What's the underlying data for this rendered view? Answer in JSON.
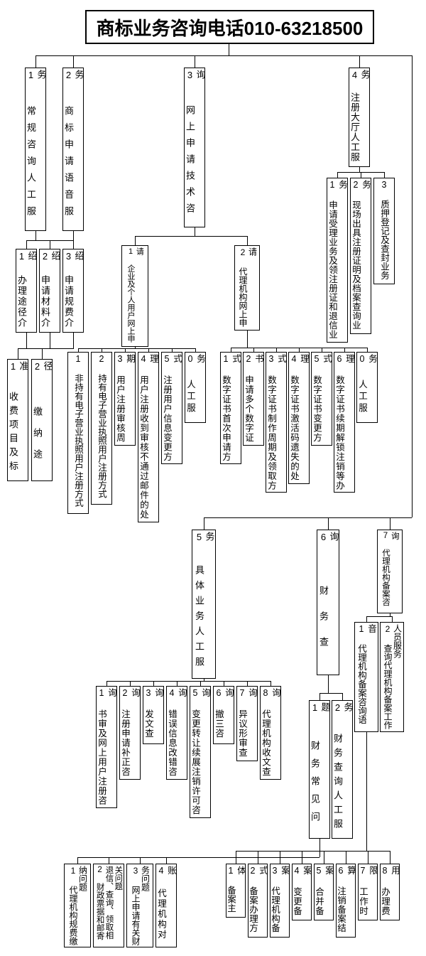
{
  "title": "商标业务咨询电话010-63218500",
  "menus": {
    "main": [
      "1 常规咨询人工服务",
      "2 商标申请语音服务",
      "3 网上申请技术咨询",
      "4 注册大厅人工服务"
    ],
    "consult_sub": [
      "1 办理途径介绍",
      "2 申请材料介绍",
      "3 申请规费介绍"
    ],
    "fee_sub": [
      "1 收费项目及标准",
      "2 缴纳途径"
    ],
    "online_sub": [
      "1 企业及个人用户网上申请",
      "2 代理机构网上申请"
    ],
    "personal_online_sub": [
      "1 非持有电子营业执照用户注册方式",
      "2 持有电子营业执照用户注册方式",
      "3 用户注册审核周期",
      "4 用户注册收到审核不通过邮件的处理",
      "5 注册用户信息变更方式",
      "0 人工服务"
    ],
    "agency_online_sub": [
      "1 数字证书首次申请方式",
      "2 申请多个数字证书",
      "3 数字证书制作周期及领取方式",
      "4 数字证书激活码遗失的处理",
      "5 数字证书变更方式",
      "6 数字证书续期解锁注销等办理",
      "0 人工服务"
    ],
    "hall_sub": [
      "1 申请受理业务及领注册证和退信业务",
      "2 现场出具注册证明及档案查询业务",
      "3 质押登记及查封业务"
    ],
    "tier2": [
      "5 具体业务人工服务",
      "6 财务查询",
      "7 代理机构备案咨询"
    ],
    "business_sub": [
      "1 书审及网上用户注册咨询",
      "2 注册申请补正咨询",
      "3 发文查询",
      "4 错误信息改错咨询",
      "5 变更转让续展注销许可咨询",
      "6 撤三咨询",
      "7 异议形审查询",
      "8 代理机构收文查询"
    ],
    "finance_sub": [
      "1 财务常见问题",
      "2 财务查询人工服务"
    ],
    "filing_sub": [
      "1 代理机构备案咨询语音",
      "2 查询代理机构备案工作人员服务"
    ],
    "finance_faq_sub": [
      "1 代理机构规费缴纳问题",
      "2 财政票据和邮寄退信、查询、领取相关问题",
      "3 网上申请有关财务问题",
      "4 代理机构对账"
    ],
    "filing_voice_sub": [
      "1 备案主体",
      "2 备案办理方式",
      "3 代理机构备案",
      "4 变更备案",
      "5 合并备案",
      "6 注销备案结算",
      "7 工作时限",
      "8 办理费用"
    ]
  }
}
